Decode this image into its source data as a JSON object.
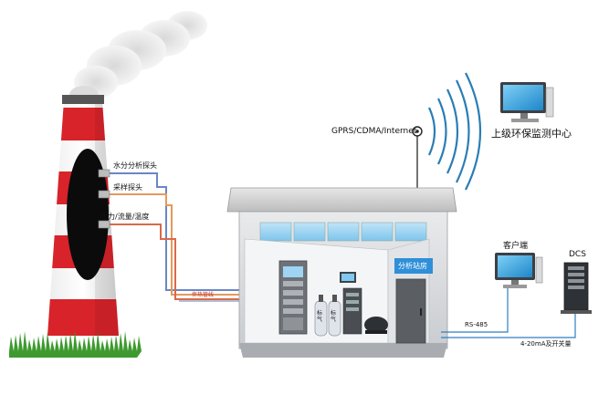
{
  "probes": {
    "moisture": "水分分析探头",
    "sampling": "采样探头",
    "pressure_flow_temp": "压力/流量/温度"
  },
  "network": {
    "wireless": "GPRS/CDMA/Internet",
    "monitoring_center": "上级环保监测中心",
    "client": "客户端",
    "dcs": "DCS",
    "rs485": "RS-485",
    "analog_switch": "4-20mA及开关量",
    "companion_cable": "伴热管线"
  },
  "station": {
    "sign": "分析站房",
    "cylinder_1": "标气",
    "cylinder_2": "标气"
  },
  "colors": {
    "chimney_red": "#d8232a",
    "station_gray": "#dcdee0",
    "wireless_wave": "#2a7db5",
    "sign_blue": "#2f8fd8",
    "grass": "#3e9a2f"
  }
}
